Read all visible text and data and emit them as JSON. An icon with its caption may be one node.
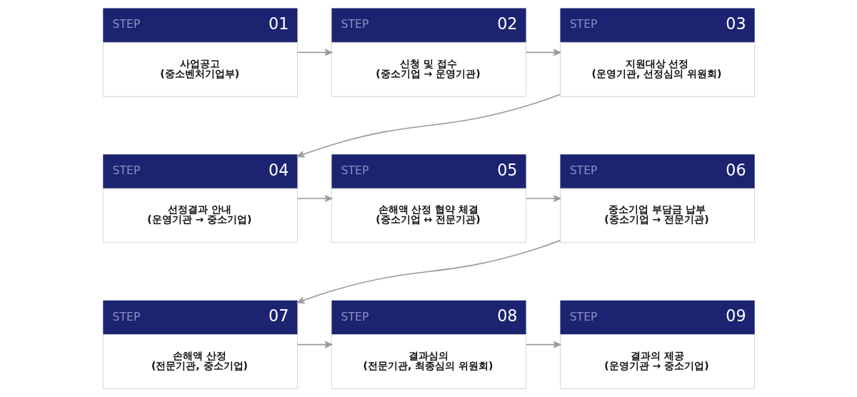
{
  "diagram": {
    "nodes": [
      {
        "text": [
          "STEP",
          "01",
          "사업공고",
          "(중소벤처기업부)"
        ]
      },
      {
        "text": [
          "STEP",
          "02",
          "신청 및 접수",
          "(중소기업 → 운영기관)"
        ]
      },
      {
        "text": [
          "STEP",
          "03",
          "지원대상 선정",
          "(운영기관, 선정심의 위원회)"
        ]
      },
      {
        "text": [
          "STEP",
          "04",
          "선정결과 안내",
          "(운영기관 → 중소기업)"
        ]
      },
      {
        "text": [
          "STEP",
          "05",
          "손해액 산정 협약 체결",
          "(중소기업 ↔ 전문기관)"
        ]
      },
      {
        "text": [
          "STEP",
          "06",
          "중소기업 부담금 납부",
          "(중소기업 → 전문기관)"
        ]
      },
      {
        "text": [
          "STEP",
          "07",
          "손해액 산정",
          "(전문기관, 중소기업)"
        ]
      },
      {
        "text": [
          "STEP",
          "08",
          "결과심의",
          "(전문기관, 최종심의 위원회)"
        ]
      },
      {
        "text": [
          "STEP",
          "09",
          "결과의 제공",
          "(운영기관 → 중소기업)"
        ]
      }
    ],
    "edges": [
      {
        "from": 0,
        "to": 1,
        "arrow": "to"
      },
      {
        "from": 1,
        "to": 2,
        "arrow": "to"
      },
      {
        "from": 2,
        "to": 3,
        "arrow": "to"
      },
      {
        "from": 3,
        "to": 4,
        "arrow": "to"
      },
      {
        "from": 4,
        "to": 5,
        "arrow": "to"
      },
      {
        "from": 5,
        "to": 6,
        "arrow": "to"
      },
      {
        "from": 6,
        "to": 7,
        "arrow": "to"
      },
      {
        "from": 7,
        "to": 8,
        "arrow": "to"
      }
    ]
  }
}
